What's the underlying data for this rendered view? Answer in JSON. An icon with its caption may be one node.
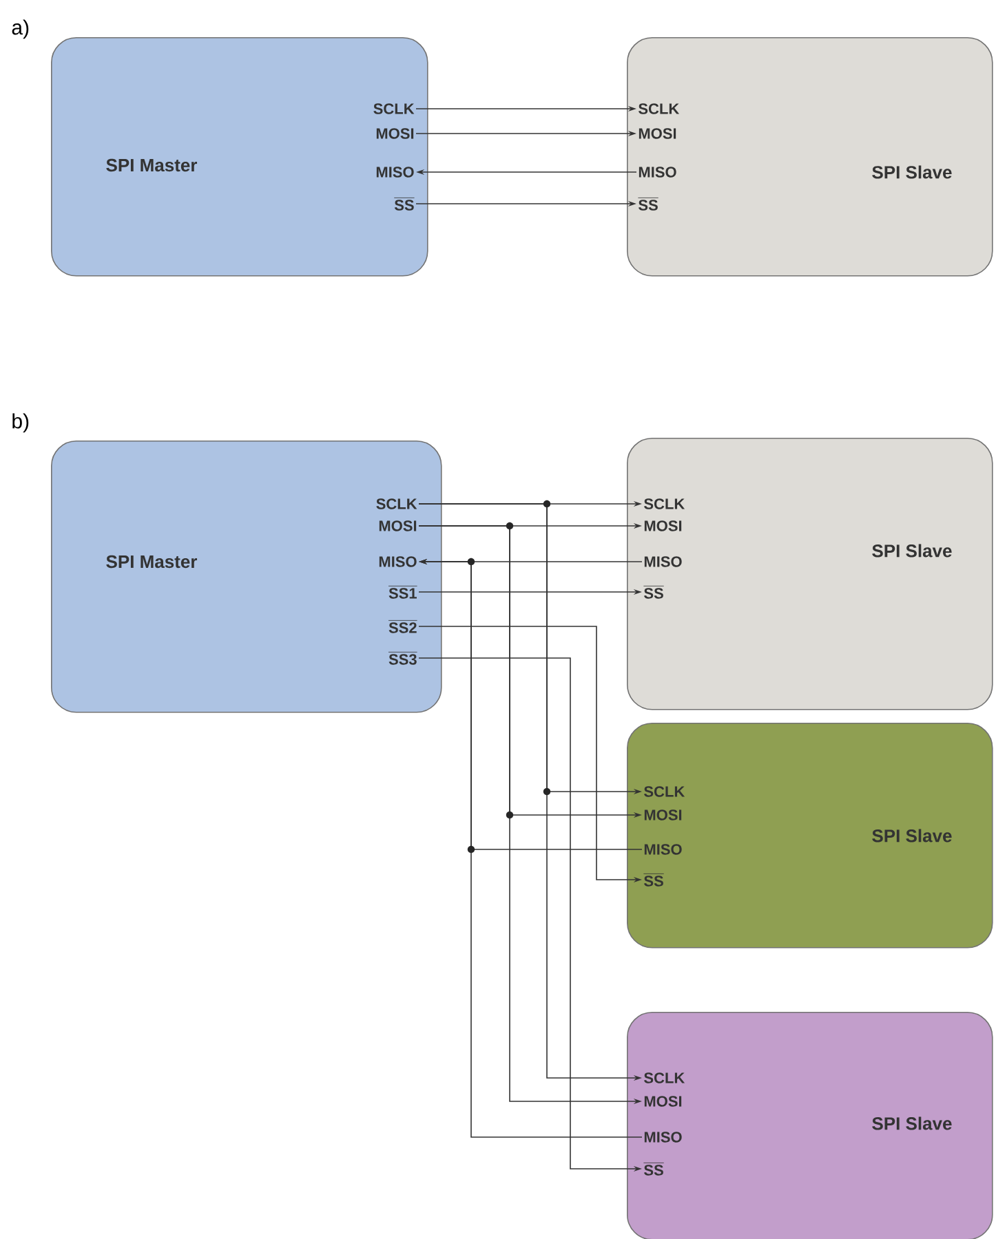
{
  "diagram": {
    "nodes": [
      {
        "text": [
          "SPI Master"
        ]
      },
      {
        "text": [
          "SCLK"
        ],
        "in": 0
      },
      {
        "text": [
          "MOSI"
        ],
        "in": 0
      },
      {
        "text": [
          "MISO"
        ],
        "in": 0
      },
      {
        "text": [
          "SS"
        ],
        "in": 0
      },
      {
        "text": [
          "SPI Slave"
        ]
      },
      {
        "text": [
          "SCLK"
        ],
        "in": 5
      },
      {
        "text": [
          "MOSI"
        ],
        "in": 5
      },
      {
        "text": [
          "MISO"
        ],
        "in": 5
      },
      {
        "text": [
          "SS"
        ],
        "in": 5
      },
      {
        "text": [
          "SPI Master"
        ]
      },
      {
        "text": [
          "SCLK"
        ],
        "in": 10
      },
      {
        "text": [
          "MOSI"
        ],
        "in": 10
      },
      {
        "text": [
          "MISO"
        ],
        "in": 10
      },
      {
        "text": [
          "SS1"
        ],
        "in": 10
      },
      {
        "text": [
          "SS2"
        ],
        "in": 10
      },
      {
        "text": [
          "SS3"
        ],
        "in": 10
      },
      {
        "text": [
          "SPI Slave"
        ]
      },
      {
        "text": [
          "SCLK"
        ],
        "in": 17
      },
      {
        "text": [
          "MOSI"
        ],
        "in": 17
      },
      {
        "text": [
          "MISO"
        ],
        "in": 17
      },
      {
        "text": [
          "SS"
        ],
        "in": 17
      },
      {
        "text": [
          "SPI Slave"
        ]
      },
      {
        "text": [
          "SCLK"
        ],
        "in": 22
      },
      {
        "text": [
          "MOSI"
        ],
        "in": 22
      },
      {
        "text": [
          "MISO"
        ],
        "in": 22
      },
      {
        "text": [
          "SS"
        ],
        "in": 22
      },
      {
        "text": [
          "SPI Slave"
        ]
      },
      {
        "text": [
          "SCLK"
        ],
        "in": 27
      },
      {
        "text": [
          "MOSI"
        ],
        "in": 27
      },
      {
        "text": [
          "MISO"
        ],
        "in": 27
      },
      {
        "text": [
          "SS"
        ],
        "in": 27
      }
    ],
    "edges": [
      {
        "from": 1,
        "to": 6,
        "arrow": "to"
      },
      {
        "from": 2,
        "to": 7,
        "arrow": "to"
      },
      {
        "from": 8,
        "to": 3,
        "arrow": "to"
      },
      {
        "from": 4,
        "to": 9,
        "arrow": "to"
      },
      {
        "from": 11,
        "to": 18,
        "arrow": "to"
      },
      {
        "from": 11,
        "to": 23,
        "arrow": "to"
      },
      {
        "from": 11,
        "to": 28,
        "arrow": "to"
      },
      {
        "from": 12,
        "to": 19,
        "arrow": "to"
      },
      {
        "from": 12,
        "to": 24,
        "arrow": "to"
      },
      {
        "from": 12,
        "to": 29,
        "arrow": "to"
      },
      {
        "from": 20,
        "to": 13,
        "arrow": "to"
      },
      {
        "from": 25,
        "to": 13,
        "arrow": "to"
      },
      {
        "from": 30,
        "to": 13,
        "arrow": "to"
      },
      {
        "from": 14,
        "to": 21,
        "arrow": "to"
      },
      {
        "from": 15,
        "to": 26,
        "arrow": "to"
      },
      {
        "from": 16,
        "to": 31,
        "arrow": "to"
      }
    ],
    "labels": [
      "a)",
      "b)"
    ]
  }
}
